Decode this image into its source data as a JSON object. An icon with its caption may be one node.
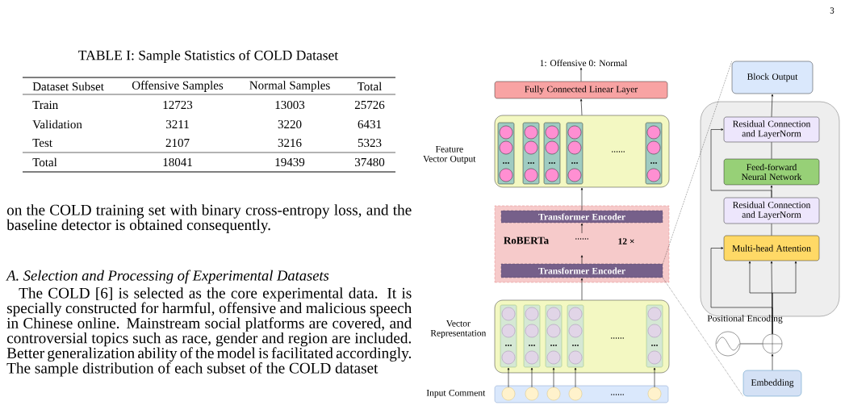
{
  "diagram": {
    "nodes": [
      {
        "text": [
          "1: Offensive  0: Normal"
        ]
      },
      {
        "text": [
          "Fully Connected Linear Layer"
        ]
      },
      {
        "text": [
          "......"
        ],
        "beside": [
          "Feature Vector Output"
        ]
      },
      {
        "text": [
          "RoBERTa",
          "......",
          "12 ×"
        ]
      },
      {
        "text": [
          "Transformer Encoder"
        ],
        "in": 3
      },
      {
        "text": [
          "Transformer Encoder"
        ],
        "in": 3
      },
      {
        "text": [
          "......"
        ],
        "beside": [
          "Vector Representation"
        ]
      },
      {
        "text": [],
        "shape": "box",
        "in": 6
      },
      {
        "text": [],
        "shape": "box",
        "in": 6
      },
      {
        "text": [],
        "shape": "box",
        "in": 6
      },
      {
        "text": [],
        "shape": "box",
        "in": 6
      },
      {
        "text": [],
        "shape": "box",
        "in": 6
      },
      {
        "text": [
          "......"
        ],
        "beside": [
          "Input Comment"
        ]
      },
      {
        "text": [],
        "shape": "circle",
        "in": 12
      },
      {
        "text": [],
        "shape": "circle",
        "in": 12
      },
      {
        "text": [],
        "shape": "circle",
        "in": 12
      },
      {
        "text": [],
        "shape": "circle",
        "in": 12
      },
      {
        "text": [],
        "shape": "circle",
        "in": 12
      },
      {
        "text": [
          "Block Output"
        ]
      },
      {
        "text": [],
        "shape": "box"
      },
      {
        "text": [
          "Residual Connection and LayerNorm"
        ],
        "in": 19
      },
      {
        "text": [
          "Feed-forward Neural Network"
        ],
        "in": 19
      },
      {
        "text": [
          "Residual Connection and LayerNorm"
        ],
        "in": 19
      },
      {
        "text": [
          "Multi-head Attention"
        ],
        "in": 19
      },
      {
        "text": [],
        "shape": "circle",
        "beside": [
          "Positional Encoding"
        ]
      },
      {
        "text": [],
        "shape": "circle"
      },
      {
        "text": [
          "Embedding"
        ]
      }
    ],
    "edges": [
      {
        "from": 1,
        "to": 0,
        "arrow": "to"
      },
      {
        "from": 2,
        "to": 1,
        "arrow": "to"
      },
      {
        "from": 4,
        "to": 2,
        "arrow": "to"
      },
      {
        "from": 5,
        "to": null,
        "arrow": "to"
      },
      {
        "from": null,
        "to": 4,
        "arrow": "to"
      },
      {
        "from": 6,
        "to": 5,
        "arrow": "to"
      },
      {
        "from": 13,
        "to": 7,
        "arrow": "to"
      },
      {
        "from": 14,
        "to": 8,
        "arrow": "to"
      },
      {
        "from": 15,
        "to": 9,
        "arrow": "to"
      },
      {
        "from": 16,
        "to": 10,
        "arrow": "to"
      },
      {
        "from": 17,
        "to": 11,
        "arrow": "to"
      },
      {
        "from": 20,
        "to": 18,
        "arrow": "to"
      },
      {
        "from": 21,
        "to": 20,
        "arrow": "none"
      },
      {
        "from": 22,
        "to": 21,
        "arrow": "to"
      },
      {
        "from": 22,
        "to": 20,
        "arrow": "to"
      },
      {
        "from": 23,
        "to": 22,
        "arrow": "none"
      },
      {
        "from": 25,
        "to": 23,
        "arrow": "to"
      },
      {
        "from": 25,
        "to": 23,
        "arrow": "to"
      },
      {
        "from": 25,
        "to": 23,
        "arrow": "to"
      },
      {
        "from": 25,
        "to": 23,
        "arrow": "to"
      },
      {
        "from": 24,
        "to": 25,
        "arrow": "none"
      },
      {
        "from": 26,
        "to": 25,
        "arrow": "to"
      },
      {
        "from": 5,
        "to": 18,
        "arrow": "none",
        "style": "dashed"
      },
      {
        "from": 5,
        "to": 26,
        "arrow": "none",
        "style": "dashed"
      }
    ],
    "labels": [
      "3",
      "TABLE I: Sample Statistics of COLD Dataset",
      "Dataset Subset",
      "Offensive Samples",
      "Normal Samples",
      "Total",
      "Train",
      "12723",
      "13003",
      "25726",
      "Validation",
      "3211",
      "3220",
      "6431",
      "Test",
      "2107",
      "3216",
      "5323",
      "Total",
      "18041",
      "19439",
      "37480",
      "on the COLD training set with binary cross-entropy loss, and the baseline detector is obtained consequently.",
      "A. Selection and Processing of Experimental Datasets",
      "The COLD [6] is selected as the core experimental data. It is specially constructed for harmful, offensive and malicious speech in Chinese online. Mainstream social platforms are covered, and controversial topics such as race, gender and region are included. Better generalization ability of the model is facilitated accordingly. The sample distribution of each subset of the COLD dataset"
    ]
  }
}
